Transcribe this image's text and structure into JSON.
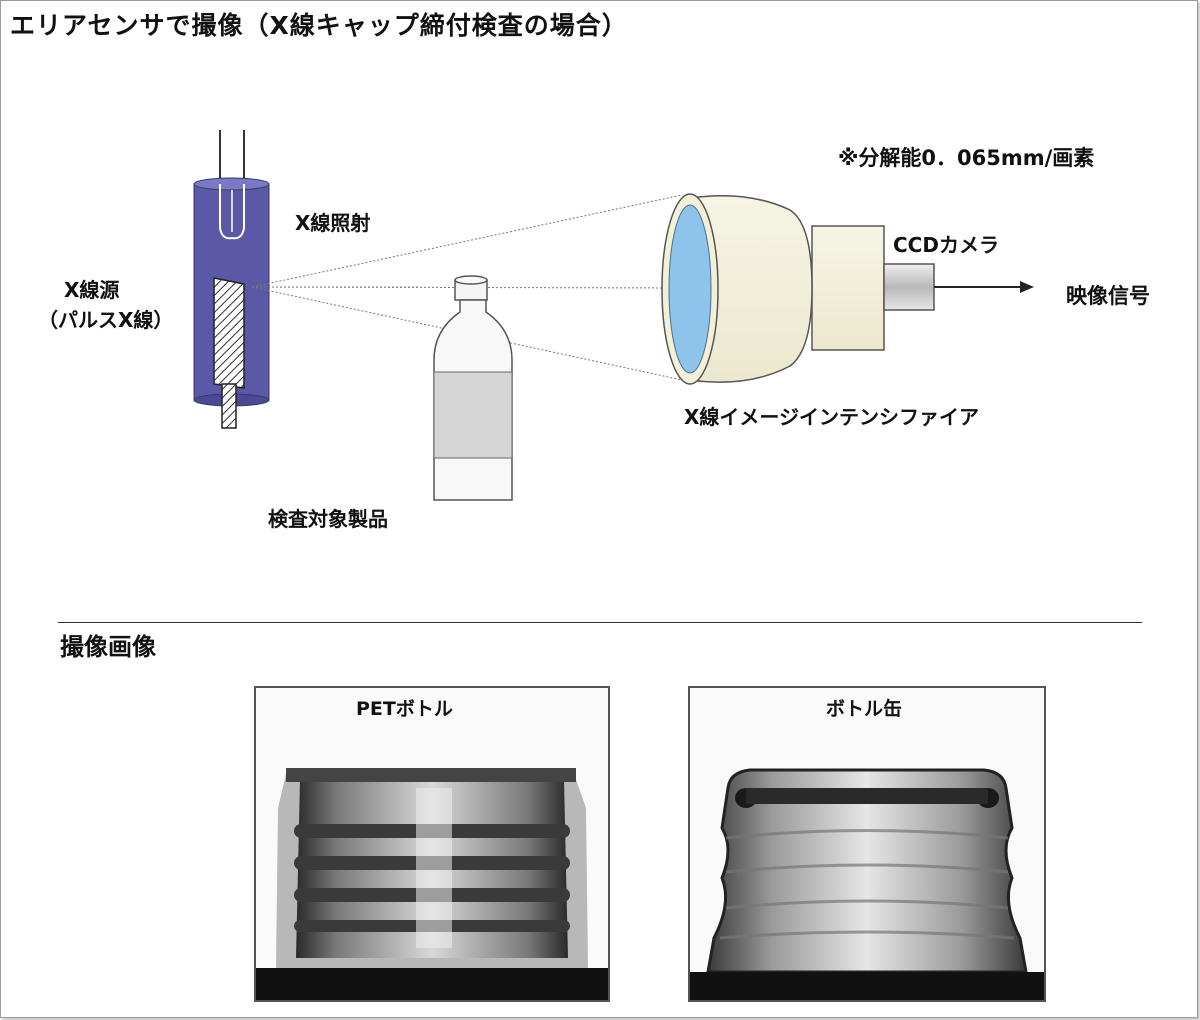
{
  "title": "エリアセンサで撮像（X線キャップ締付検査の場合）",
  "diagram": {
    "resolution_note": "※分解能0．065mm/画素",
    "xray_irradiation": "X線照射",
    "xray_source_line1": "X線源",
    "xray_source_line2": "（パルスX線）",
    "ccd_camera": "CCDカメラ",
    "video_signal": "映像信号",
    "image_intensifier": "X線イメージインテンシファイア",
    "inspected_product": "検査対象製品"
  },
  "captured_images": {
    "section_title": "撮像画像",
    "images": [
      {
        "caption": "PETボトル"
      },
      {
        "caption": "ボトル缶"
      }
    ]
  }
}
